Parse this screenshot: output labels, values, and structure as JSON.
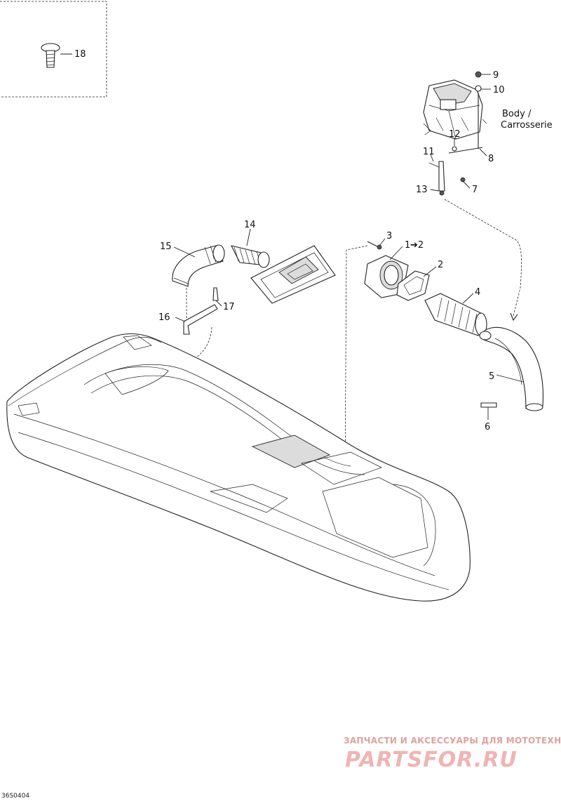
{
  "callouts": {
    "c1": "1",
    "c1arrow": "➔2",
    "c2": "2",
    "c3": "3",
    "c4": "4",
    "c5": "5",
    "c6": "6",
    "c7": "7",
    "c8": "8",
    "c9": "9",
    "c10": "10",
    "c11": "11",
    "c12": "12",
    "c13": "13",
    "c14": "14",
    "c15": "15",
    "c16": "16",
    "c17": "17",
    "c18": "18"
  },
  "body_label": {
    "line1": "Body /",
    "line2": "Carrosserie"
  },
  "drawing_code": "36S0404",
  "watermark": {
    "line1": "ЗАПЧАСТИ И АКСЕССУАРЫ ДЛЯ МОТОТЕХНИКИ",
    "line2": "PARTSFOR.RU"
  }
}
